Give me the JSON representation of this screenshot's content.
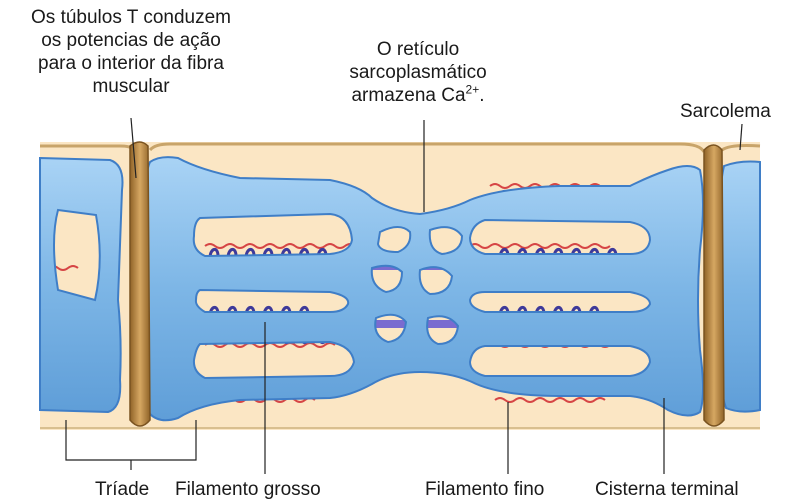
{
  "labels": {
    "t_tubules": [
      "Os túbulos T conduzem",
      "os potencias de ação",
      "para o interior da fibra",
      "muscular"
    ],
    "sr_lines": [
      "O retículo",
      "sarcoplasmático"
    ],
    "sr_last_prefix": "armazena  Ca",
    "sr_last_sup": "2+",
    "sr_last_suffix": ".",
    "sarcolema": "Sarcolema",
    "triade": "Tríade",
    "filamento_grosso": "Filamento grosso",
    "filamento_fino": "Filamento fino",
    "cisterna_terminal": "Cisterna terminal"
  },
  "colors": {
    "background": "#fbe6c4",
    "sarcolemma": "#c8a46a",
    "sr_blue": "#7fb8e8",
    "sr_dark": "#3f7ec7",
    "thick_filament": "#7a6bd0",
    "myosin_heads": "#3e3a9a",
    "thin_filament": "#d64545",
    "t_tubule": "#b7843f",
    "leader": "#222222"
  }
}
